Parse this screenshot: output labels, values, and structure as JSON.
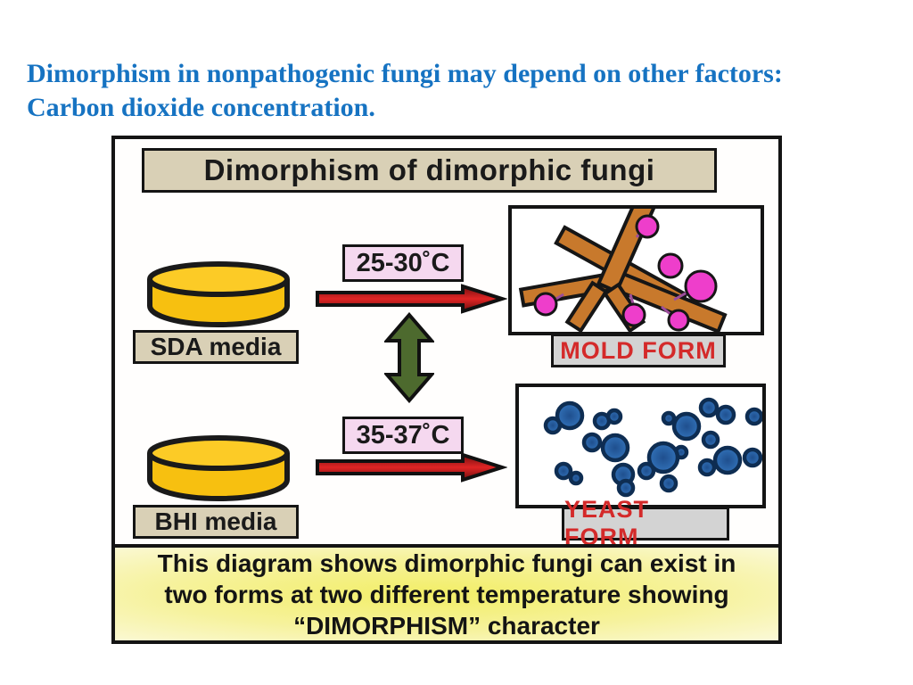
{
  "slide": {
    "title_line1": "Dimorphism in nonpathogenic fungi may depend on other factors:",
    "title_line2": "Carbon dioxide concentration."
  },
  "diagram": {
    "title": "Dimorphism of dimorphic fungi",
    "media": [
      {
        "label": "SDA media"
      },
      {
        "label": "BHI media"
      }
    ],
    "temperatures": [
      {
        "label": "25-30˚C"
      },
      {
        "label": "35-37˚C"
      }
    ],
    "forms": [
      {
        "label": "MOLD FORM"
      },
      {
        "label": "YEAST FORM"
      }
    ],
    "caption_line1": "This diagram shows dimorphic fungi can exist in",
    "caption_line2": "two forms at two different temperature showing",
    "caption_line3": "“DIMORPHISM” character"
  },
  "colors": {
    "title-blue": "#1673c2",
    "tan": "#d9d0b6",
    "pink": "#f5d8ef",
    "arrow-red": "#c01a1a",
    "green": "#4d6a2e",
    "label-gray": "#d3d3d3",
    "form-red": "#d42a2a",
    "media-yellow": "#f7c010",
    "mold-brown": "#c8792c",
    "conidia-pink": "#ee3ecb",
    "yeast-blue": "#2e6cae"
  }
}
